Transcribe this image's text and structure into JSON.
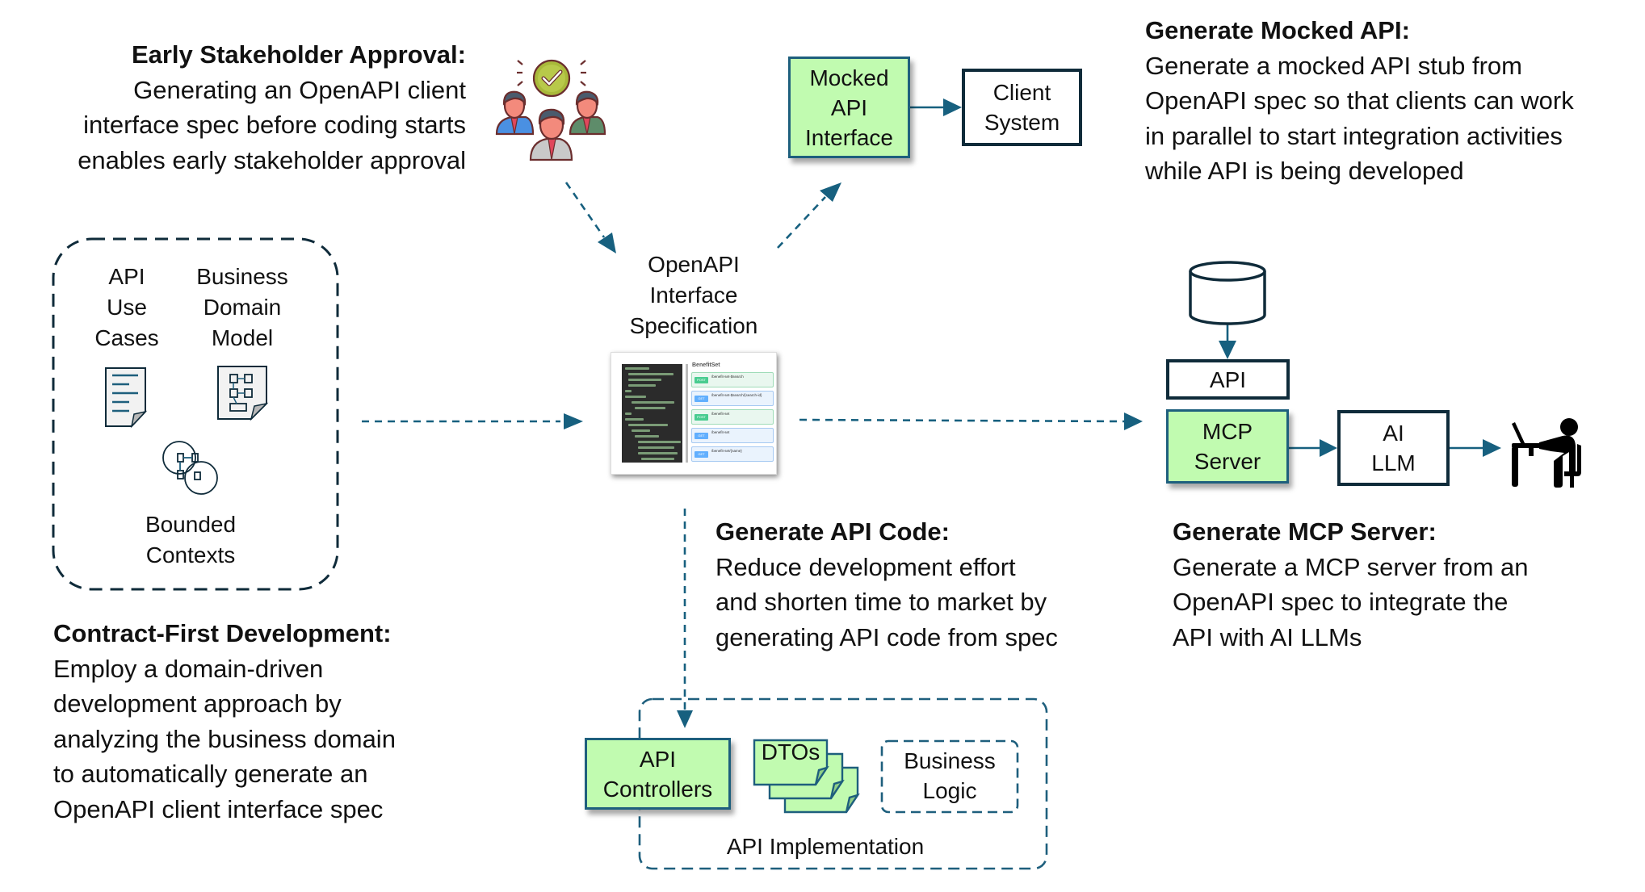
{
  "early_approval": {
    "heading": "Early Stakeholder Approval:",
    "lines": [
      "Generating an OpenAPI client",
      "interface spec before coding starts",
      "enables early stakeholder approval"
    ]
  },
  "mocked_api": {
    "heading": "Generate Mocked API:",
    "lines": [
      "Generate a mocked API stub from",
      "OpenAPI spec so that clients can work",
      "in parallel to start integration activities",
      "while API is being developed"
    ]
  },
  "api_code": {
    "heading": "Generate API Code:",
    "lines": [
      "Reduce development effort",
      "and shorten time to market by",
      "generating API code from spec"
    ]
  },
  "mcp_server": {
    "heading": "Generate MCP Server:",
    "lines": [
      "Generate a MCP server from an",
      "OpenAPI spec to integrate the",
      "API with AI LLMs"
    ]
  },
  "contract_first": {
    "heading": "Contract-First Development:",
    "lines": [
      "Employ a domain-driven",
      "development approach by",
      "analyzing the business domain",
      "to automatically generate an",
      "OpenAPI client interface spec"
    ]
  },
  "domain_box": {
    "use_cases": [
      "API",
      "Use",
      "Cases"
    ],
    "domain_model": [
      "Business",
      "Domain",
      "Model"
    ],
    "bounded_contexts": [
      "Bounded",
      "Contexts"
    ]
  },
  "openapi_spec": {
    "label": [
      "OpenAPI",
      "Interface",
      "Specification"
    ],
    "thumbnail": {
      "section": "BenefitSet",
      "operations": [
        {
          "method": "POST",
          "path": "/benefit-set-$search"
        },
        {
          "method": "GET",
          "path": "/benefit-set-$search/{search-id}"
        },
        {
          "method": "POST",
          "path": "/benefit-set"
        },
        {
          "method": "GET",
          "path": "/benefit-set"
        },
        {
          "method": "GET",
          "path": "/benefit-set/{name}"
        }
      ]
    }
  },
  "mocked_box": [
    "Mocked",
    "API",
    "Interface"
  ],
  "client_box": [
    "Client",
    "System"
  ],
  "mcp_flow": {
    "api": "API",
    "mcp": [
      "MCP",
      "Server"
    ],
    "llm": [
      "AI",
      "LLM"
    ]
  },
  "implementation": {
    "controllers": [
      "API",
      "Controllers"
    ],
    "dtos": "DTOs",
    "business_logic": [
      "Business",
      "Logic"
    ],
    "label": "API Implementation"
  },
  "colors": {
    "accent": "#17607f",
    "box_green": "#c1fbb0",
    "box_border_dark": "#0f2b3a"
  }
}
